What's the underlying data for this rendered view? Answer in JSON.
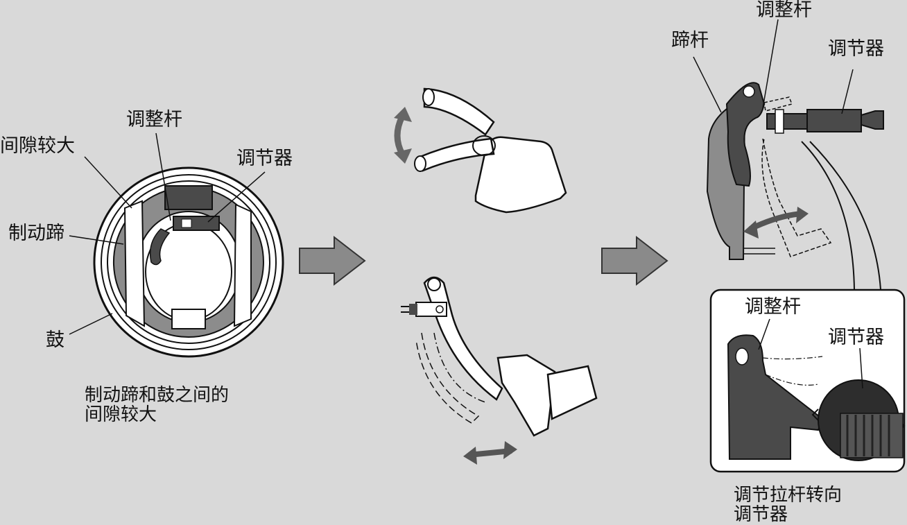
{
  "left": {
    "labels": {
      "gap": "间隙较大",
      "lever": "调整杆",
      "adjuster": "调节器",
      "shoe": "制动蹄",
      "drum": "鼓"
    },
    "caption_line1": "制动蹄和鼓之间的",
    "caption_line2": "间隙较大"
  },
  "right": {
    "labels": {
      "shoe_lever": "蹄杆",
      "lever": "调整杆",
      "adjuster": "调节器"
    },
    "inset": {
      "lever": "调整杆",
      "adjuster": "调节器"
    },
    "caption_line1": "调节拉杆转向",
    "caption_line2": "调节器"
  },
  "colors": {
    "background": "#d9d9d9",
    "shoe_gray": "#8c8c8c",
    "dark_part": "#4a4a4a",
    "arrow_gray": "#8a8a8a"
  }
}
